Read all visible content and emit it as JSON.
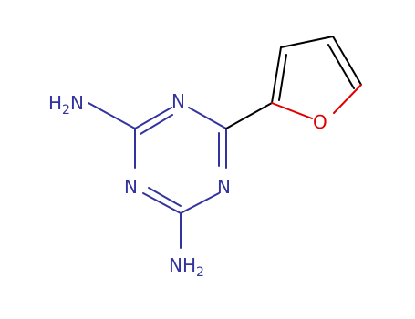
{
  "molecule": {
    "atoms": {
      "amine_top": {
        "element": "N",
        "label": "H",
        "sub": "2",
        "tail": "N",
        "color": "#3333a0"
      },
      "amine_bottom": {
        "element": "N",
        "label": "NH",
        "sub": "2",
        "color": "#3333a0"
      },
      "ring_n1": {
        "element": "N",
        "label": "N",
        "color": "#3333a0"
      },
      "ring_n3": {
        "element": "N",
        "label": "N",
        "color": "#3333a0"
      },
      "ring_n5": {
        "element": "N",
        "label": "N",
        "color": "#3333a0"
      },
      "furan_o": {
        "element": "O",
        "label": "O",
        "color": "#e00000"
      }
    },
    "bond_color": "#000000"
  }
}
